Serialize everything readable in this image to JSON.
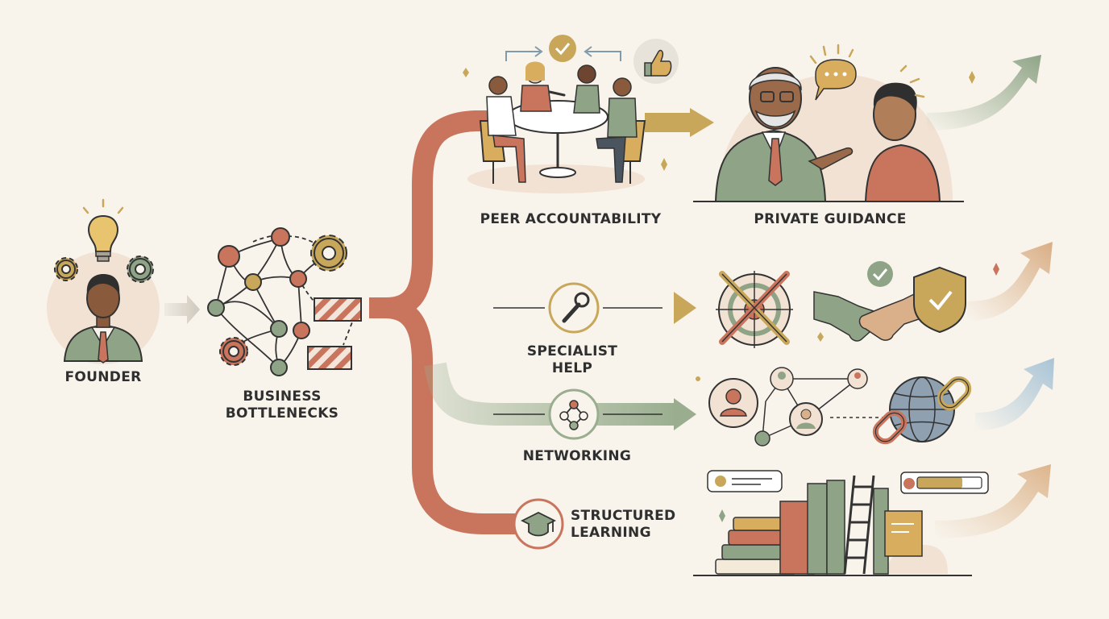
{
  "labels": {
    "founder": "FOUNDER",
    "bottlenecks_line1": "BUSINESS",
    "bottlenecks_line2": "BOTTLENECKS",
    "peer": "PEER ACCOUNTABILITY",
    "private": "PRIVATE GUIDANCE",
    "specialist_line1": "SPECIALIST",
    "specialist_line2": "HELP",
    "networking": "NETWORKING",
    "structured_line1": "STRUCTURED",
    "structured_line2": "LEARNING"
  },
  "colors": {
    "terracotta": "#c9745c",
    "mustard": "#c9a75a",
    "sage": "#9aae8f",
    "sky": "#a9c4d6",
    "sand": "#ddb995",
    "ink": "#2f2f2f",
    "background": "#f8f4ec"
  }
}
